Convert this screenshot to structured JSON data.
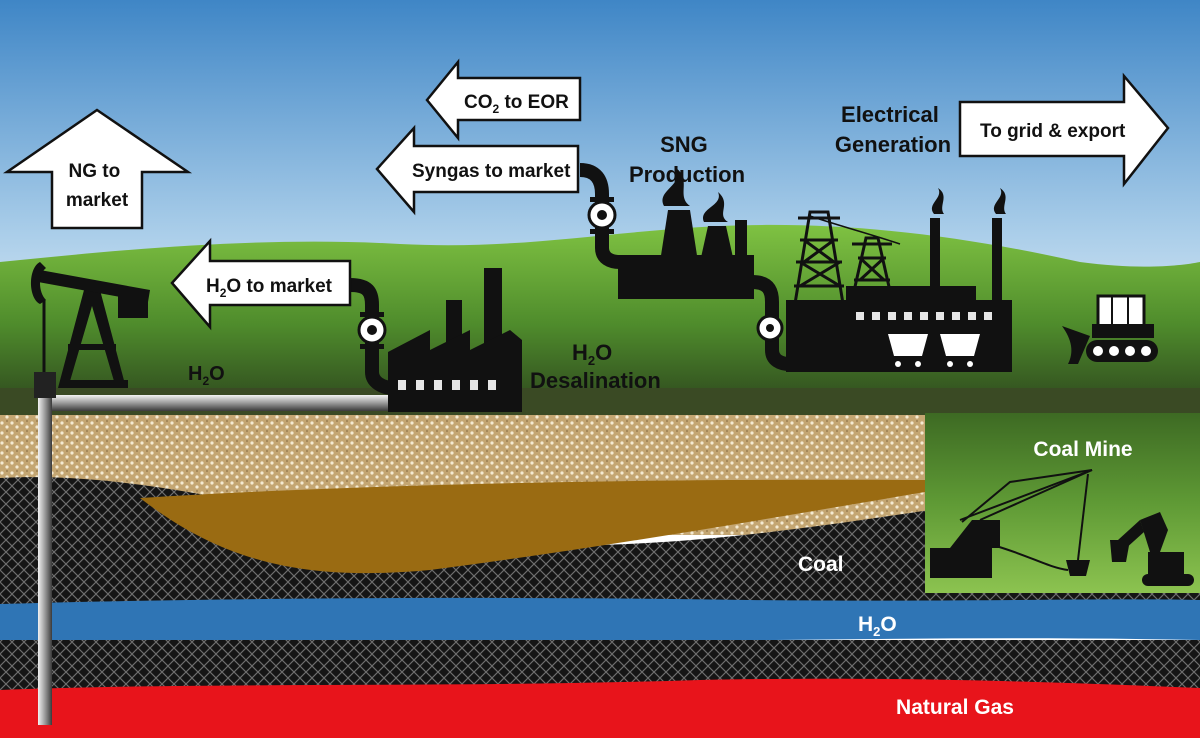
{
  "arrows": {
    "ng_to_market": {
      "line1": "NG to",
      "line2": "market"
    },
    "co2_to_eor": {
      "prefix": "CO",
      "sub": "2",
      "suffix": " to EOR"
    },
    "syngas_to_market": {
      "label": "Syngas to market"
    },
    "h2o_to_market": {
      "prefix": "H",
      "sub": "2",
      "suffix": "O to market"
    },
    "to_grid_export": {
      "label": "To grid & export"
    }
  },
  "facilities": {
    "sng_production": {
      "line1": "SNG",
      "line2": "Production"
    },
    "electrical_generation": {
      "line1": "Electrical",
      "line2": "Generation"
    },
    "h2o_desalination": {
      "prefix": "H",
      "sub": "2",
      "suffix": "O",
      "line2": "Desalination"
    },
    "coal_mine": {
      "label": "Coal Mine"
    }
  },
  "layers": {
    "surface_h2o": {
      "prefix": "H",
      "sub": "2",
      "suffix": "O"
    },
    "coal": {
      "label": "Coal"
    },
    "deep_h2o": {
      "prefix": "H",
      "sub": "2",
      "suffix": "O"
    },
    "natural_gas": {
      "label": "Natural Gas"
    }
  },
  "colors": {
    "sky_top": "#3f86c6",
    "sky_bottom": "#ffffff",
    "grass": "#6cab3a",
    "sand": "#d2b98a",
    "brown_wedge": "#9a6b12",
    "coal": "#1b1b1b",
    "water": "#2f75b5",
    "natural_gas": "#e8141b",
    "mine_pit": "#7ab34a"
  },
  "icons": {
    "pumpjack": "pumpjack-icon",
    "valve": "valve-icon",
    "factory": "factory-icon",
    "power_tower": "power-tower-icon",
    "dragline": "dragline-icon",
    "excavator": "excavator-icon",
    "bulldozer": "bulldozer-icon"
  }
}
